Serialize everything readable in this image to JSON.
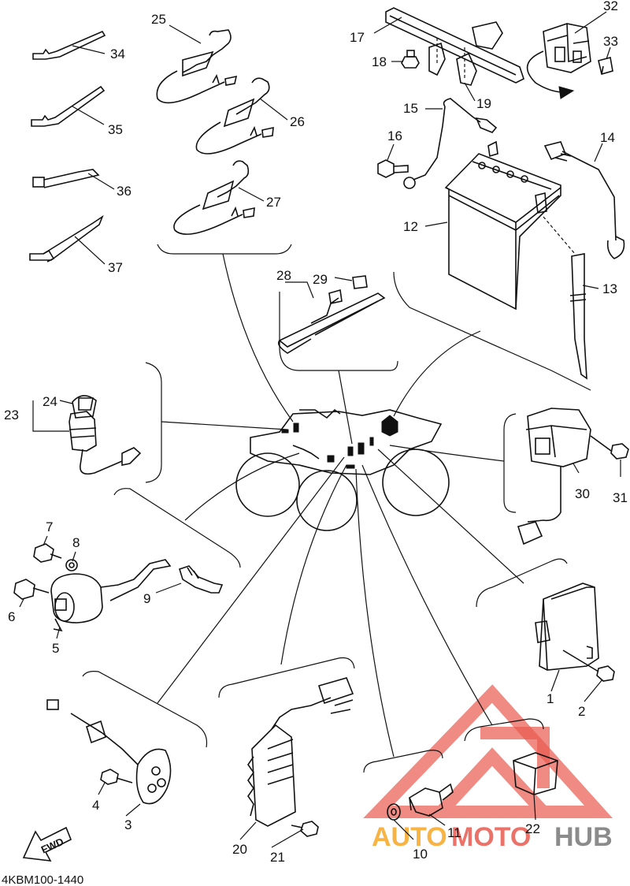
{
  "diagram_code": "4KBM100-1440",
  "fwd_label": "FWD",
  "watermark": {
    "part1": "AUTO",
    "part2": "MOTO",
    "part3": "HUB"
  },
  "colors": {
    "watermark_red": "#e85a4f",
    "watermark_orange": "#f6a623",
    "watermark_gray": "#7f7f7f"
  },
  "labels": [
    {
      "id": "1",
      "text": "1"
    },
    {
      "id": "2",
      "text": "2"
    },
    {
      "id": "3",
      "text": "3"
    },
    {
      "id": "4",
      "text": "4"
    },
    {
      "id": "5",
      "text": "5"
    },
    {
      "id": "6",
      "text": "6"
    },
    {
      "id": "7",
      "text": "7"
    },
    {
      "id": "8",
      "text": "8"
    },
    {
      "id": "9",
      "text": "9"
    },
    {
      "id": "10",
      "text": "10"
    },
    {
      "id": "11",
      "text": "11"
    },
    {
      "id": "12",
      "text": "12"
    },
    {
      "id": "13",
      "text": "13"
    },
    {
      "id": "14",
      "text": "14"
    },
    {
      "id": "15",
      "text": "15"
    },
    {
      "id": "16",
      "text": "16"
    },
    {
      "id": "17",
      "text": "17"
    },
    {
      "id": "18",
      "text": "18"
    },
    {
      "id": "19",
      "text": "19"
    },
    {
      "id": "20",
      "text": "20"
    },
    {
      "id": "21",
      "text": "21"
    },
    {
      "id": "22",
      "text": "22"
    },
    {
      "id": "23",
      "text": "23"
    },
    {
      "id": "24",
      "text": "24"
    },
    {
      "id": "25",
      "text": "25"
    },
    {
      "id": "26",
      "text": "26"
    },
    {
      "id": "27",
      "text": "27"
    },
    {
      "id": "28",
      "text": "28"
    },
    {
      "id": "29",
      "text": "29"
    },
    {
      "id": "30",
      "text": "30"
    },
    {
      "id": "31",
      "text": "31"
    },
    {
      "id": "32",
      "text": "32"
    },
    {
      "id": "33",
      "text": "33"
    },
    {
      "id": "34",
      "text": "34"
    },
    {
      "id": "35",
      "text": "35"
    },
    {
      "id": "36",
      "text": "36"
    },
    {
      "id": "37",
      "text": "37"
    }
  ]
}
